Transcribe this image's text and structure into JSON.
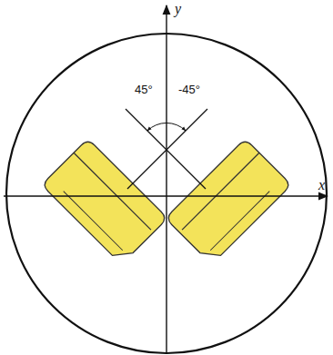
{
  "diagram": {
    "labels": [
      "y",
      "x",
      "45°",
      "-45°"
    ]
  }
}
